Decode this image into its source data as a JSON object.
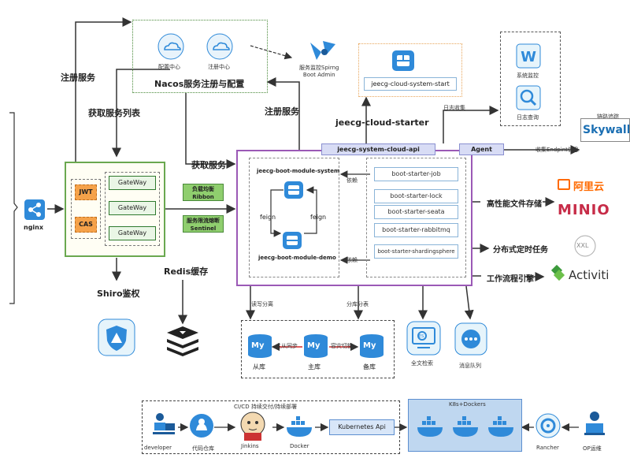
{
  "colors": {
    "purple": "#9b59b6",
    "green": "#6aa84f",
    "blue": "#2f8ad9",
    "orange": "#f5a24a",
    "red": "#e8332a"
  },
  "arrows": {
    "register_left": "注册服务",
    "fetch_list": "获取服务列表",
    "register_right": "注册服务",
    "fetch_service": "获取服务",
    "nacos_title": "Nacos服务注册与配置"
  },
  "nacos": {
    "config_center": "配置中心",
    "registry_center": "注册中心"
  },
  "boot_admin": "服务监控Spirng\nBoot Admin",
  "starter": {
    "module": "jeecg-cloud-system-start",
    "label": "jeecg-cloud-starter"
  },
  "log_collect": "日志收集",
  "monitor": {
    "sys_monitor": "系统监控",
    "log_query": "日志查询"
  },
  "skywalking": {
    "trace": "链路追踪",
    "brand": "Skywalki",
    "endpoint": "收集Endpint信息"
  },
  "api_bar": "jeecg-system-cloud-api",
  "agent": "Agent",
  "gateway": {
    "jwt": "JWT",
    "cas": "CAS",
    "items": [
      "GateWay",
      "GateWay",
      "GateWay"
    ]
  },
  "lb": {
    "name": "负载均衡",
    "tech": "Ribbon"
  },
  "cb": {
    "name": "服务限流熔断",
    "tech": "Sentinel"
  },
  "nginx": "nginx",
  "system_module": "jeecg-boot-module-system",
  "demo_module": "jeecg-boot-module-demo",
  "feign": "feign",
  "depend": "依赖",
  "starters": [
    "boot-starter-job",
    "boot-starter-lock",
    "boot-starter-seata",
    "boot-starter-rabbitmq",
    "boot-starter-shardingsphere"
  ],
  "storage": {
    "label": "高性能文件存储",
    "aliyun": "阿里云",
    "minio": "MINIO"
  },
  "schedule": {
    "label": "分布式定时任务",
    "xxl": "XXL"
  },
  "workflow": {
    "label": "工作流程引擎",
    "brand": "Activiti"
  },
  "redis": "Redis缓存",
  "shiro": "Shiro鉴权",
  "db": {
    "rw_split": "读写分离",
    "sharding": "分库分表",
    "slave": "从库",
    "master": "主库",
    "backup": "备库",
    "sync": "主从同步",
    "failover": "容灾切换",
    "my": "My"
  },
  "es": {
    "label": "全文检索",
    "tag": "ES"
  },
  "mq": "消息队列",
  "cicd": {
    "title": "CI/CD 持续交付/持续部署",
    "developer": "developer",
    "repo": "代码仓库",
    "jenkins": "Jinkins",
    "docker": "Docker",
    "k8s_api": "Kubernetes Api",
    "k8s_docker": "K8s+Dockers",
    "rancher": "Rancher",
    "ops": "OP运维"
  }
}
